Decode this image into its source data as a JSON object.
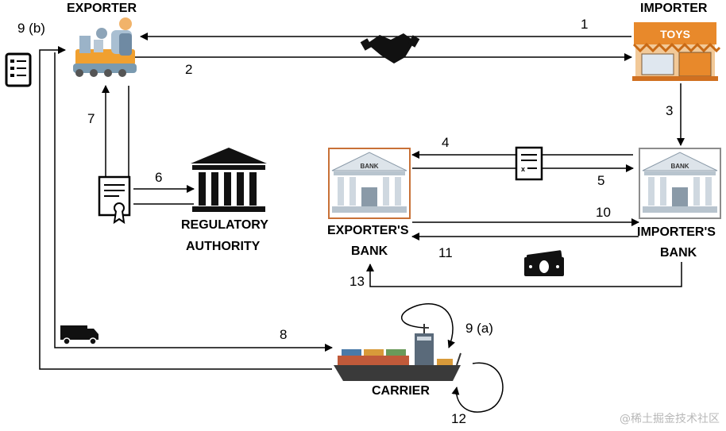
{
  "nodes": {
    "exporter": "EXPORTER",
    "importer": "IMPORTER",
    "regulatory_authority_line1": "REGULATORY",
    "regulatory_authority_line2": "AUTHORITY",
    "exporters_bank_line1": "EXPORTER'S",
    "exporters_bank_line2": "BANK",
    "importers_bank_line1": "IMPORTER'S",
    "importers_bank_line2": "BANK",
    "carrier": "CARRIER",
    "bank_sign": "BANK",
    "toys_sign": "TOYS"
  },
  "steps": {
    "s1": "1",
    "s2": "2",
    "s3": "3",
    "s4": "4",
    "s5": "5",
    "s6": "6",
    "s7": "7",
    "s8": "8",
    "s9a": "9 (a)",
    "s9b": "9 (b)",
    "s10": "10",
    "s11": "11",
    "s12": "12",
    "s13": "13"
  },
  "watermark": "@稀土掘金技术社区",
  "colors": {
    "line": "#000000",
    "exporter_bank_border": "#c87137",
    "importer_bank_border": "#8c8c8c",
    "shop_orange": "#e8892b",
    "ship_hull": "#3a3a3a"
  }
}
